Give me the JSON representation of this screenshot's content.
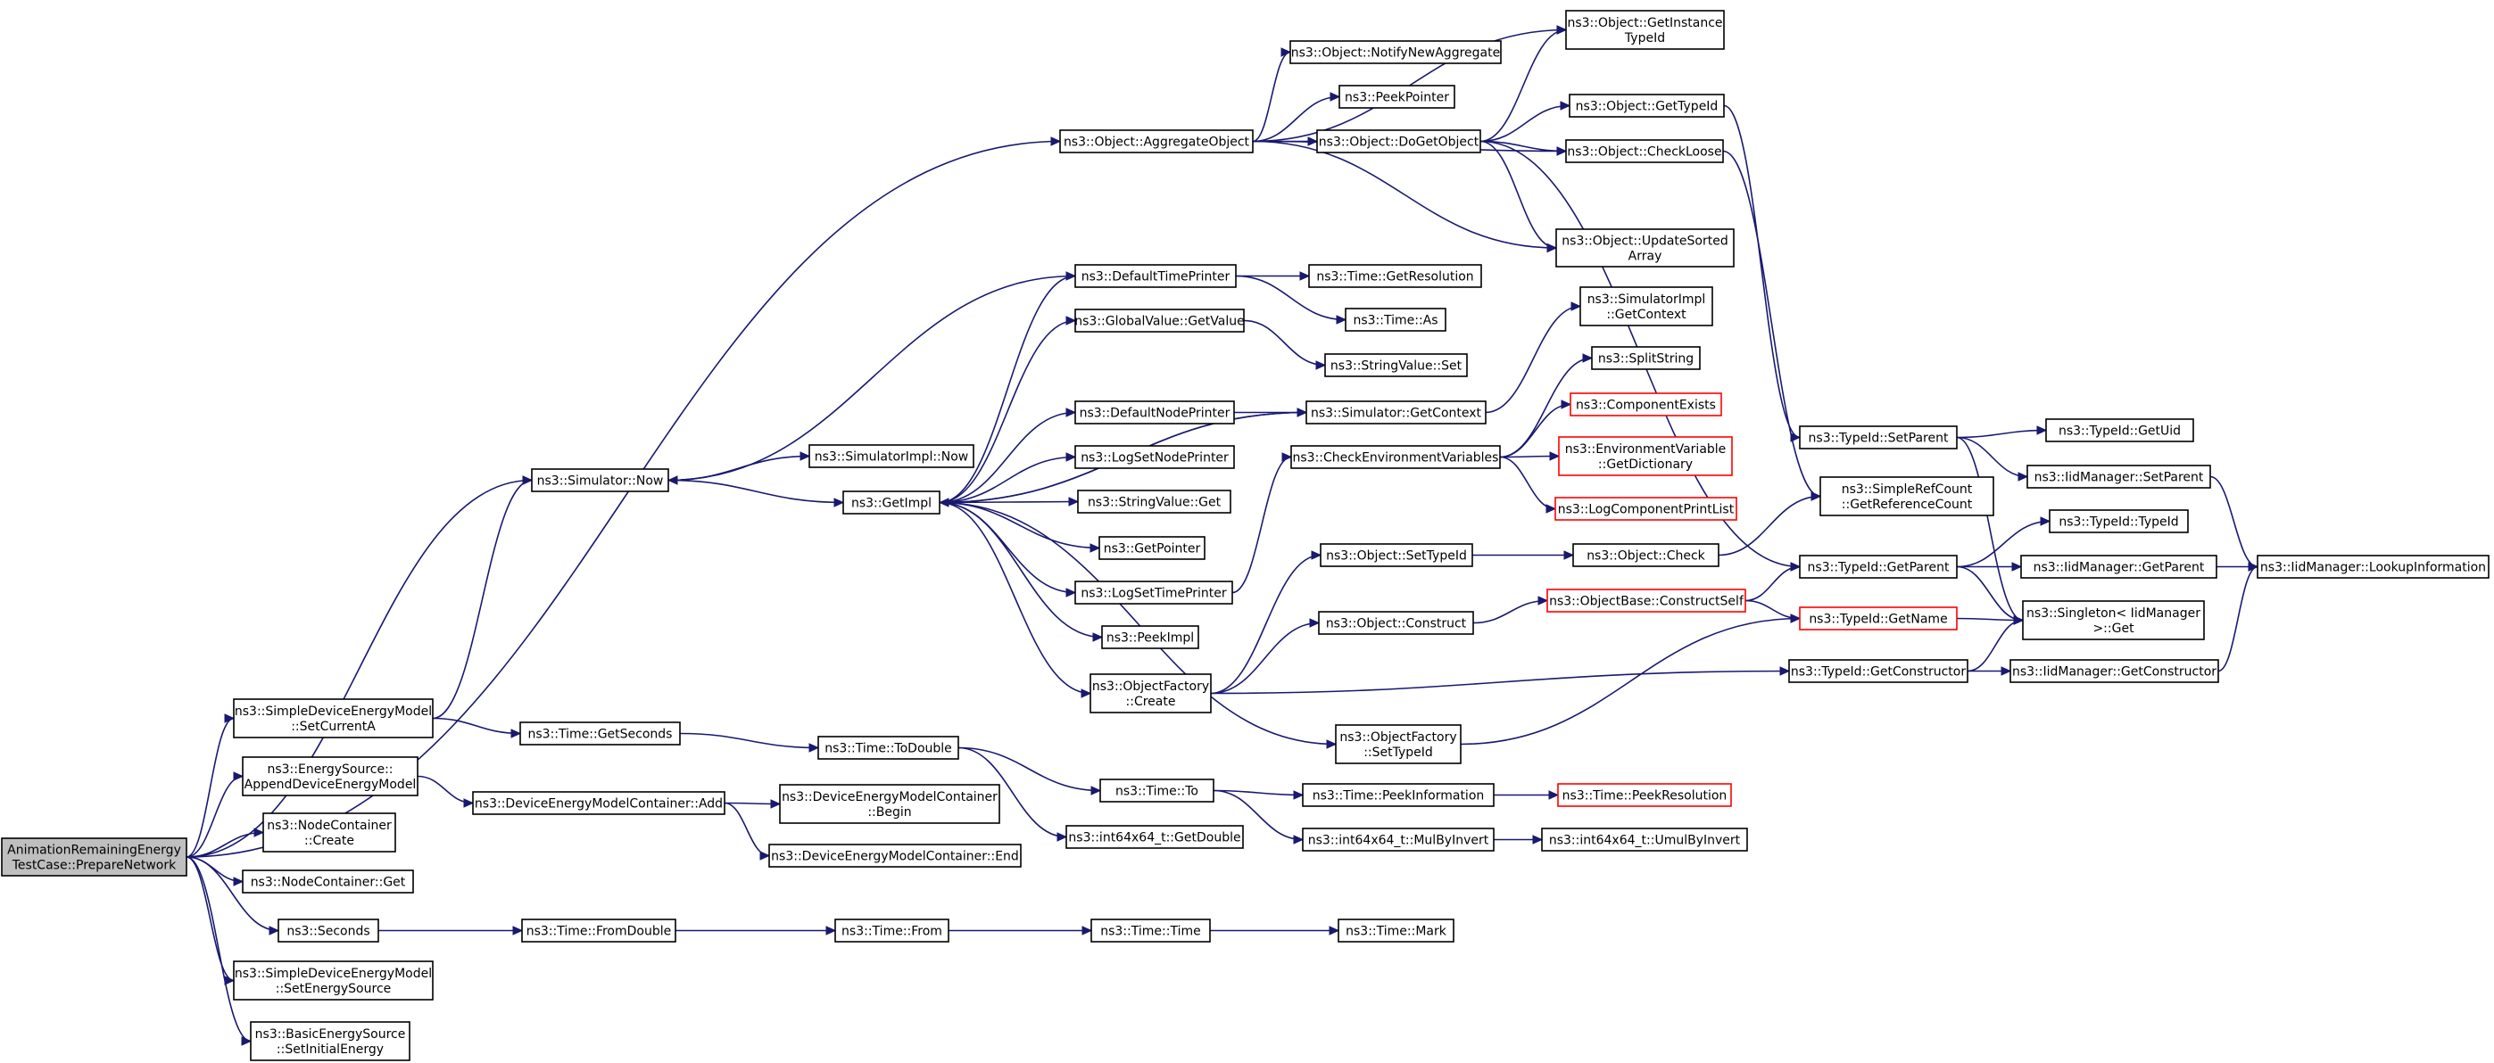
{
  "colors": {
    "edge": "#191970",
    "node_border": "#000000",
    "linked_border": "#ff0000",
    "root_fill": "#bfbfbf",
    "background": "#ffffff"
  },
  "nodes": {
    "root": [
      "AnimationRemainingEnergy",
      "TestCase::PrepareNetwork"
    ],
    "aggregate": [
      "ns3::Object::AggregateObject"
    ],
    "getinstance": [
      "ns3::Object::GetInstance",
      "TypeId"
    ],
    "notify": [
      "ns3::Object::NotifyNewAggregate"
    ],
    "peekptr": [
      "ns3::PeekPointer"
    ],
    "dogetobject": [
      "ns3::Object::DoGetObject"
    ],
    "gettypeid": [
      "ns3::Object::GetTypeId"
    ],
    "checkloose": [
      "ns3::Object::CheckLoose"
    ],
    "updatesorted": [
      "ns3::Object::UpdateSorted",
      "Array"
    ],
    "dtp": [
      "ns3::DefaultTimePrinter"
    ],
    "getres": [
      "ns3::Time::GetResolution"
    ],
    "timeas": [
      "ns3::Time::As"
    ],
    "gvgetvalue": [
      "ns3::GlobalValue::GetValue"
    ],
    "svset": [
      "ns3::StringValue::Set"
    ],
    "simimplctx": [
      "ns3::SimulatorImpl",
      "::GetContext"
    ],
    "splitstring": [
      "ns3::SplitString"
    ],
    "simgetctx": [
      "ns3::Simulator::GetContext"
    ],
    "dnp": [
      "ns3::DefaultNodePrinter"
    ],
    "compexists": [
      "ns3::ComponentExists"
    ],
    "simnow": [
      "ns3::Simulator::Now"
    ],
    "simimplnow": [
      "ns3::SimulatorImpl::Now"
    ],
    "envvar": [
      "ns3::EnvironmentVariable",
      "::GetDictionary"
    ],
    "checkenv": [
      "ns3::CheckEnvironmentVariables"
    ],
    "lsnp": [
      "ns3::LogSetNodePrinter"
    ],
    "getimpl": [
      "ns3::GetImpl"
    ],
    "svget": [
      "ns3::StringValue::Get"
    ],
    "lcpl": [
      "ns3::LogComponentPrintList"
    ],
    "getpointer": [
      "ns3::GetPointer"
    ],
    "lstp": [
      "ns3::LogSetTimePrinter"
    ],
    "settypeid": [
      "ns3::Object::SetTypeId"
    ],
    "objcheck": [
      "ns3::Object::Check"
    ],
    "objconstruct": [
      "ns3::Object::Construct"
    ],
    "peekimpl": [
      "ns3::PeekImpl"
    ],
    "ofcreate": [
      "ns3::ObjectFactory",
      "::Create"
    ],
    "obcself": [
      "ns3::ObjectBase::ConstructSelf"
    ],
    "ofsettypeid": [
      "ns3::ObjectFactory",
      "::SetTypeId"
    ],
    "tidsetparent": [
      "ns3::TypeId::SetParent"
    ],
    "tidgetuid": [
      "ns3::TypeId::GetUid"
    ],
    "iidsetparent": [
      "ns3::IidManager::SetParent"
    ],
    "srcgetref": [
      "ns3::SimpleRefCount",
      "::GetReferenceCount"
    ],
    "tidtypeid": [
      "ns3::TypeId::TypeId"
    ],
    "tidgetparent": [
      "ns3::TypeId::GetParent"
    ],
    "iidgetparent": [
      "ns3::IidManager::GetParent"
    ],
    "iidlookup": [
      "ns3::IidManager::LookupInformation"
    ],
    "tidgetname": [
      "ns3::TypeId::GetName"
    ],
    "singleton": [
      "ns3::Singleton< IidManager",
      ">::Get"
    ],
    "tidgetctor": [
      "ns3::TypeId::GetConstructor"
    ],
    "iidgetctor": [
      "ns3::IidManager::GetConstructor"
    ],
    "setcurrenta": [
      "ns3::SimpleDeviceEnergyModel",
      "::SetCurrentA"
    ],
    "getseconds": [
      "ns3::Time::GetSeconds"
    ],
    "todouble": [
      "ns3::Time::ToDouble"
    ],
    "appenddem": [
      "ns3::EnergySource::",
      "AppendDeviceEnergyModel"
    ],
    "demcadd": [
      "ns3::DeviceEnergyModelContainer::Add"
    ],
    "demcbegin": [
      "ns3::DeviceEnergyModelContainer",
      "::Begin"
    ],
    "timeto": [
      "ns3::Time::To"
    ],
    "peekinfo": [
      "ns3::Time::PeekInformation"
    ],
    "peekres": [
      "ns3::Time::PeekResolution"
    ],
    "getdouble": [
      "ns3::int64x64_t::GetDouble"
    ],
    "mulbyinv": [
      "ns3::int64x64_t::MulByInvert"
    ],
    "umulbyinv": [
      "ns3::int64x64_t::UmulByInvert"
    ],
    "nccreate": [
      "ns3::NodeContainer",
      "::Create"
    ],
    "demcend": [
      "ns3::DeviceEnergyModelContainer::End"
    ],
    "ncget": [
      "ns3::NodeContainer::Get"
    ],
    "seconds": [
      "ns3::Seconds"
    ],
    "fromdouble": [
      "ns3::Time::FromDouble"
    ],
    "timefrom": [
      "ns3::Time::From"
    ],
    "timetime": [
      "ns3::Time::Time"
    ],
    "timemark": [
      "ns3::Time::Mark"
    ],
    "setenergysrc": [
      "ns3::SimpleDeviceEnergyModel",
      "::SetEnergySource"
    ],
    "setinitenergy": [
      "ns3::BasicEnergySource",
      "::SetInitialEnergy"
    ]
  }
}
